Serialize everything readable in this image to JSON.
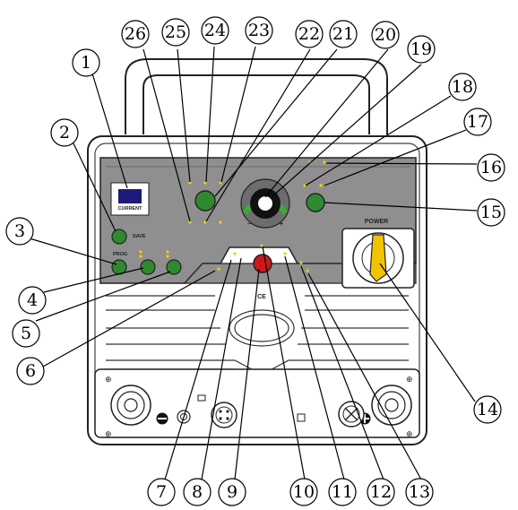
{
  "panel": {
    "display_label": "CURRENT",
    "save_label": "SAVE",
    "prog_label": "PROG",
    "power_label": "POWER",
    "ce_mark": "CE"
  },
  "callouts": [
    {
      "n": "1"
    },
    {
      "n": "2"
    },
    {
      "n": "3"
    },
    {
      "n": "4"
    },
    {
      "n": "5"
    },
    {
      "n": "6"
    },
    {
      "n": "7"
    },
    {
      "n": "8"
    },
    {
      "n": "9"
    },
    {
      "n": "10"
    },
    {
      "n": "11"
    },
    {
      "n": "12"
    },
    {
      "n": "13"
    },
    {
      "n": "14"
    },
    {
      "n": "15"
    },
    {
      "n": "16"
    },
    {
      "n": "17"
    },
    {
      "n": "18"
    },
    {
      "n": "19"
    },
    {
      "n": "20"
    },
    {
      "n": "21"
    },
    {
      "n": "22"
    },
    {
      "n": "23"
    },
    {
      "n": "24"
    },
    {
      "n": "25"
    },
    {
      "n": "26"
    }
  ],
  "colors": {
    "panel_gray": "#8f8f8f",
    "display_blue": "#1c1c78",
    "knob_green": "#2f8a2f",
    "button_red": "#d01818",
    "switch_yellow": "#f2c400",
    "led_yellow": "#f5d000"
  }
}
